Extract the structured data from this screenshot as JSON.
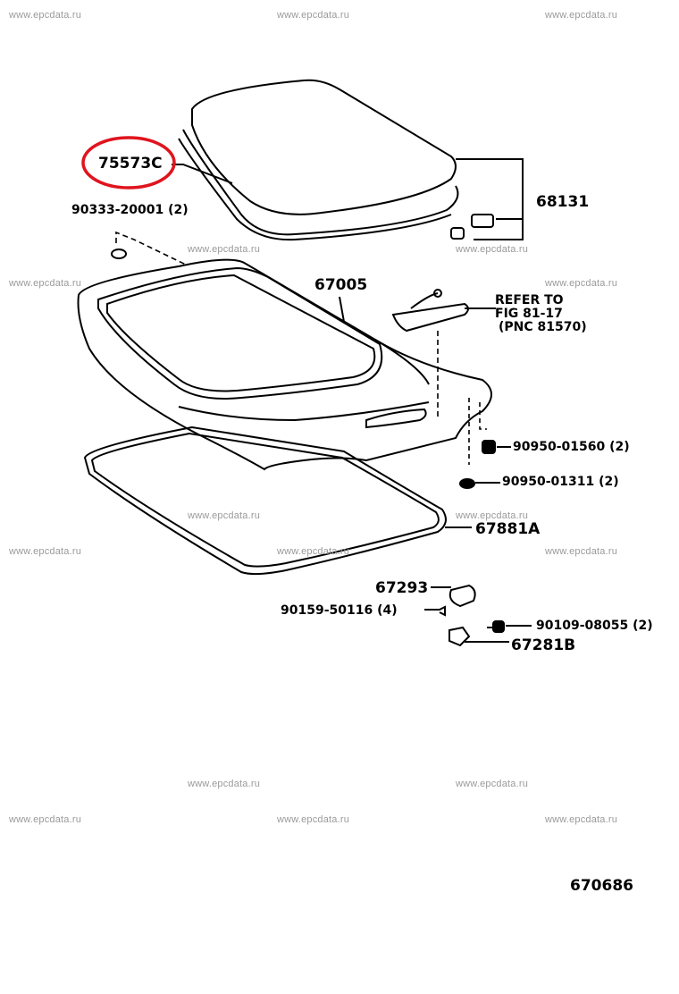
{
  "watermark": "www.epcdata.ru",
  "labels": {
    "p75573c": "75573C",
    "p90333": "90333-20001 (2)",
    "p68131": "68131",
    "p67005": "67005",
    "refer1": "REFER TO",
    "refer2": "FIG 81-17",
    "refer3": "(PNC 81570)",
    "p90950_01560": "90950-01560 (2)",
    "p90950_01311": "90950-01311 (2)",
    "p67881a": "67881A",
    "p67293": "67293",
    "p90159": "90159-50116 (4)",
    "p90109": "90109-08055 (2)",
    "p67281b": "67281B",
    "figure_number": "670686"
  },
  "highlight_color": "#e0141e"
}
